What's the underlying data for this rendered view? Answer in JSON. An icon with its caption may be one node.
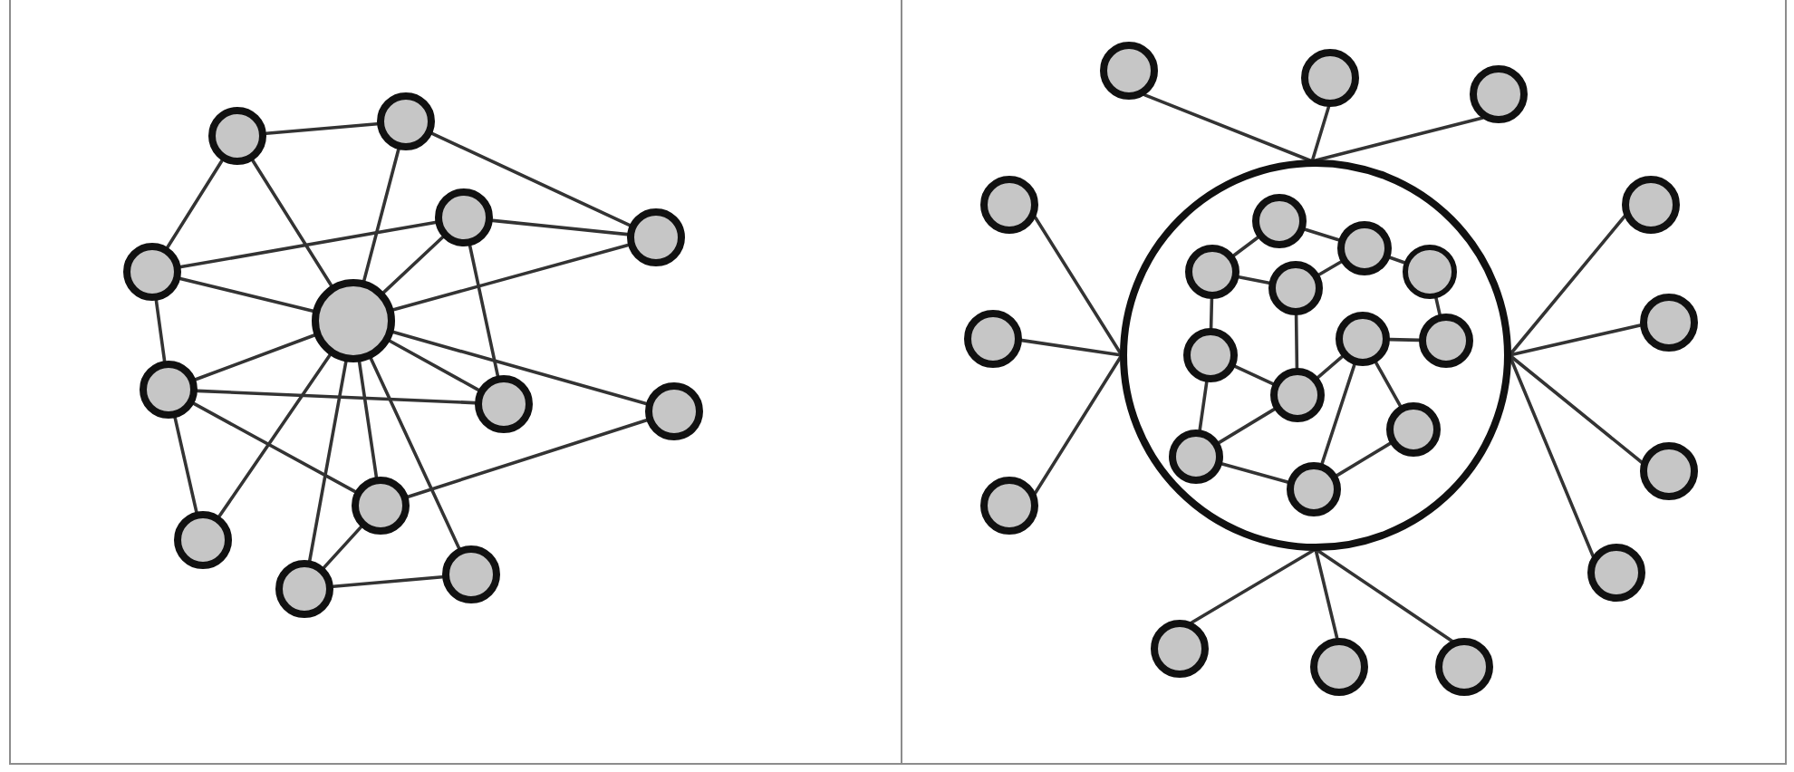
{
  "diagram": {
    "nodes": [
      {
        "text": [],
        "shape": "circle"
      },
      {
        "text": [],
        "shape": "circle"
      },
      {
        "text": [],
        "shape": "circle"
      },
      {
        "text": [],
        "shape": "circle"
      },
      {
        "text": [],
        "shape": "circle"
      },
      {
        "text": [],
        "shape": "circle"
      },
      {
        "text": [],
        "shape": "circle"
      },
      {
        "text": [],
        "shape": "circle"
      },
      {
        "text": [],
        "shape": "circle"
      },
      {
        "text": [],
        "shape": "circle"
      },
      {
        "text": [],
        "shape": "circle"
      },
      {
        "text": [],
        "shape": "circle"
      },
      {
        "text": [],
        "shape": "circle"
      },
      {
        "text": [],
        "shape": "circle"
      },
      {
        "text": [],
        "shape": "circle"
      },
      {
        "text": [],
        "shape": "circle"
      },
      {
        "text": [],
        "shape": "circle"
      },
      {
        "text": [],
        "shape": "circle"
      },
      {
        "text": [],
        "shape": "circle"
      },
      {
        "text": [],
        "shape": "circle"
      },
      {
        "text": [],
        "shape": "circle"
      },
      {
        "text": [],
        "shape": "circle"
      },
      {
        "text": [],
        "shape": "circle"
      },
      {
        "text": [],
        "shape": "circle"
      },
      {
        "text": [],
        "shape": "circle"
      },
      {
        "text": [],
        "shape": "circle"
      },
      {
        "text": [],
        "shape": "circle"
      },
      {
        "text": [],
        "shape": "circle",
        "in": 26
      },
      {
        "text": [],
        "shape": "circle",
        "in": 26
      },
      {
        "text": [],
        "shape": "circle",
        "in": 26
      },
      {
        "text": [],
        "shape": "circle",
        "in": 26
      },
      {
        "text": [],
        "shape": "circle",
        "in": 26
      },
      {
        "text": [],
        "shape": "circle",
        "in": 26
      },
      {
        "text": [],
        "shape": "circle",
        "in": 26
      },
      {
        "text": [],
        "shape": "circle",
        "in": 26
      },
      {
        "text": [],
        "shape": "circle",
        "in": 26
      },
      {
        "text": [],
        "shape": "circle",
        "in": 26
      },
      {
        "text": [],
        "shape": "circle",
        "in": 26
      },
      {
        "text": [],
        "shape": "circle",
        "in": 26
      }
    ],
    "edges": [
      {
        "from": 0,
        "to": 1,
        "arrow": "none"
      },
      {
        "from": 0,
        "to": 4,
        "arrow": "none"
      },
      {
        "from": 0,
        "to": 5,
        "arrow": "none"
      },
      {
        "from": 1,
        "to": 5,
        "arrow": "none"
      },
      {
        "from": 1,
        "to": 3,
        "arrow": "none"
      },
      {
        "from": 2,
        "to": 3,
        "arrow": "none"
      },
      {
        "from": 4,
        "to": 2,
        "arrow": "none"
      },
      {
        "from": 2,
        "to": 5,
        "arrow": "none"
      },
      {
        "from": 2,
        "to": 7,
        "arrow": "none"
      },
      {
        "from": 3,
        "to": 5,
        "arrow": "none"
      },
      {
        "from": 4,
        "to": 5,
        "arrow": "none"
      },
      {
        "from": 4,
        "to": 6,
        "arrow": "none"
      },
      {
        "from": 6,
        "to": 5,
        "arrow": "none"
      },
      {
        "from": 6,
        "to": 7,
        "arrow": "none"
      },
      {
        "from": 6,
        "to": 9,
        "arrow": "none"
      },
      {
        "from": 6,
        "to": 10,
        "arrow": "none"
      },
      {
        "from": 5,
        "to": 10,
        "arrow": "none"
      },
      {
        "from": 5,
        "to": 11,
        "arrow": "none"
      },
      {
        "from": 5,
        "to": 9,
        "arrow": "none"
      },
      {
        "from": 5,
        "to": 12,
        "arrow": "none"
      },
      {
        "from": 5,
        "to": 7,
        "arrow": "none"
      },
      {
        "from": 5,
        "to": 8,
        "arrow": "none"
      },
      {
        "from": 8,
        "to": 9,
        "arrow": "none"
      },
      {
        "from": 11,
        "to": 9,
        "arrow": "none"
      },
      {
        "from": 11,
        "to": 12,
        "arrow": "none"
      },
      {
        "from": 13,
        "to": 26,
        "arrow": "none"
      },
      {
        "from": 14,
        "to": 26,
        "arrow": "none"
      },
      {
        "from": 15,
        "to": 26,
        "arrow": "none"
      },
      {
        "from": 16,
        "to": 26,
        "arrow": "none"
      },
      {
        "from": 17,
        "to": 26,
        "arrow": "none"
      },
      {
        "from": 18,
        "to": 26,
        "arrow": "none"
      },
      {
        "from": 19,
        "to": 26,
        "arrow": "none"
      },
      {
        "from": 20,
        "to": 26,
        "arrow": "none"
      },
      {
        "from": 21,
        "to": 26,
        "arrow": "none"
      },
      {
        "from": 22,
        "to": 26,
        "arrow": "none"
      },
      {
        "from": 23,
        "to": 26,
        "arrow": "none"
      },
      {
        "from": 24,
        "to": 26,
        "arrow": "none"
      },
      {
        "from": 25,
        "to": 26,
        "arrow": "none"
      },
      {
        "from": 29,
        "to": 27,
        "arrow": "none"
      },
      {
        "from": 27,
        "to": 28,
        "arrow": "none"
      },
      {
        "from": 28,
        "to": 31,
        "arrow": "none"
      },
      {
        "from": 29,
        "to": 31,
        "arrow": "none"
      },
      {
        "from": 28,
        "to": 30,
        "arrow": "none"
      },
      {
        "from": 30,
        "to": 33,
        "arrow": "none"
      },
      {
        "from": 29,
        "to": 34,
        "arrow": "none"
      },
      {
        "from": 31,
        "to": 35,
        "arrow": "none"
      },
      {
        "from": 34,
        "to": 35,
        "arrow": "none"
      },
      {
        "from": 34,
        "to": 37,
        "arrow": "none"
      },
      {
        "from": 32,
        "to": 33,
        "arrow": "none"
      },
      {
        "from": 32,
        "to": 35,
        "arrow": "none"
      },
      {
        "from": 35,
        "to": 37,
        "arrow": "none"
      },
      {
        "from": 32,
        "to": 38,
        "arrow": "none"
      },
      {
        "from": 32,
        "to": 36,
        "arrow": "none"
      },
      {
        "from": 36,
        "to": 38,
        "arrow": "none"
      },
      {
        "from": 37,
        "to": 38,
        "arrow": "none"
      }
    ]
  }
}
